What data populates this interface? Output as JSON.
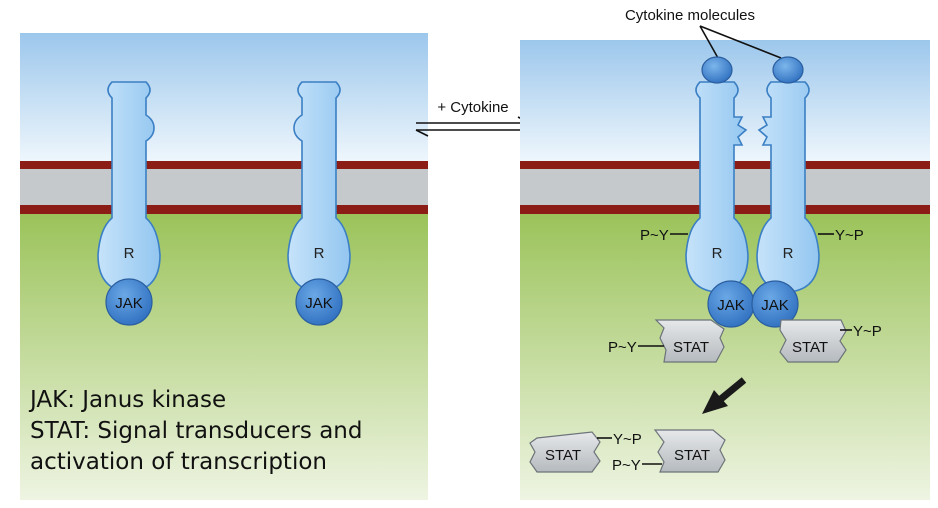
{
  "labels": {
    "cytokine_molecules": "Cytokine molecules",
    "plus_cytokine": "+ Cytokine",
    "receptor": "R",
    "jak": "JAK",
    "stat": "STAT",
    "p_y": "P~Y",
    "y_p": "Y~P"
  },
  "legend": {
    "line1": "JAK: Janus kinase",
    "line2": "STAT: Signal transducers and",
    "line3": "activation of transcription"
  },
  "colors": {
    "receptor_fill": "#a8d4f5",
    "receptor_stroke": "#3b7fc4",
    "jak_fill": "#3f86d4",
    "stat_fill": "#c9cdd1",
    "membrane_red": "#8b1d16",
    "membrane_gray": "#c5c9cc",
    "extracellular": "#d5e8f7",
    "intracellular": "#a9cc6e"
  }
}
